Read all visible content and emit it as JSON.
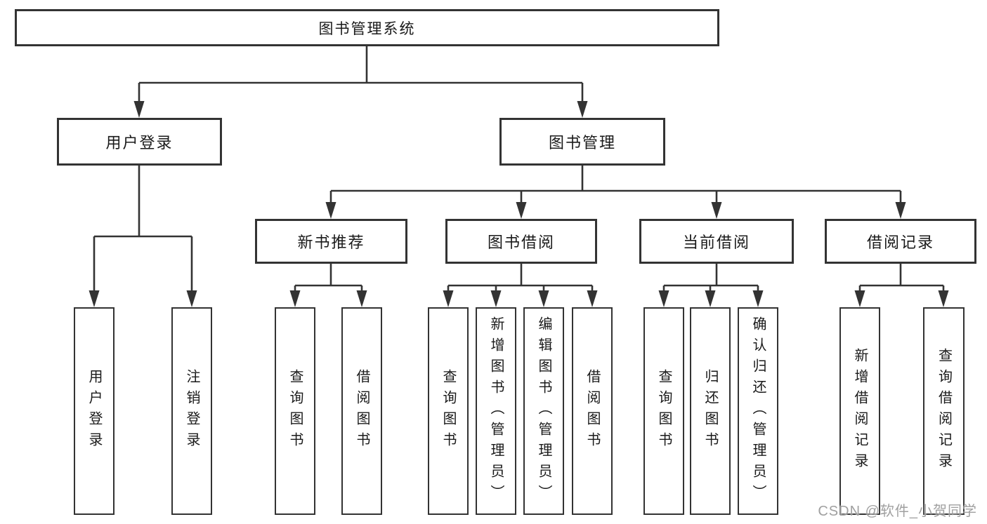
{
  "tree": {
    "label": "图书管理系统",
    "children": [
      {
        "label": "用户登录",
        "children": [
          {
            "label": "用户登录"
          },
          {
            "label": "注销登录"
          }
        ]
      },
      {
        "label": "图书管理",
        "children": [
          {
            "label": "新书推荐",
            "children": [
              {
                "label": "查询图书"
              },
              {
                "label": "借阅图书"
              }
            ]
          },
          {
            "label": "图书借阅",
            "children": [
              {
                "label": "查询图书"
              },
              {
                "label": "新增图书（管理员）"
              },
              {
                "label": "编辑图书（管理员）"
              },
              {
                "label": "借阅图书"
              }
            ]
          },
          {
            "label": "当前借阅",
            "children": [
              {
                "label": "查询图书"
              },
              {
                "label": "归还图书"
              },
              {
                "label": "确认归还（管理员）"
              }
            ]
          },
          {
            "label": "借阅记录",
            "children": [
              {
                "label": "新增借阅记录"
              },
              {
                "label": "查询借阅记录"
              }
            ]
          }
        ]
      }
    ]
  },
  "watermark": {
    "text": "CSDN @软件_小贺同学"
  },
  "colors": {
    "line": "#333333",
    "box_border": "#333333",
    "text": "#1a1a1a",
    "background": "#ffffff",
    "watermark": "#969696"
  }
}
